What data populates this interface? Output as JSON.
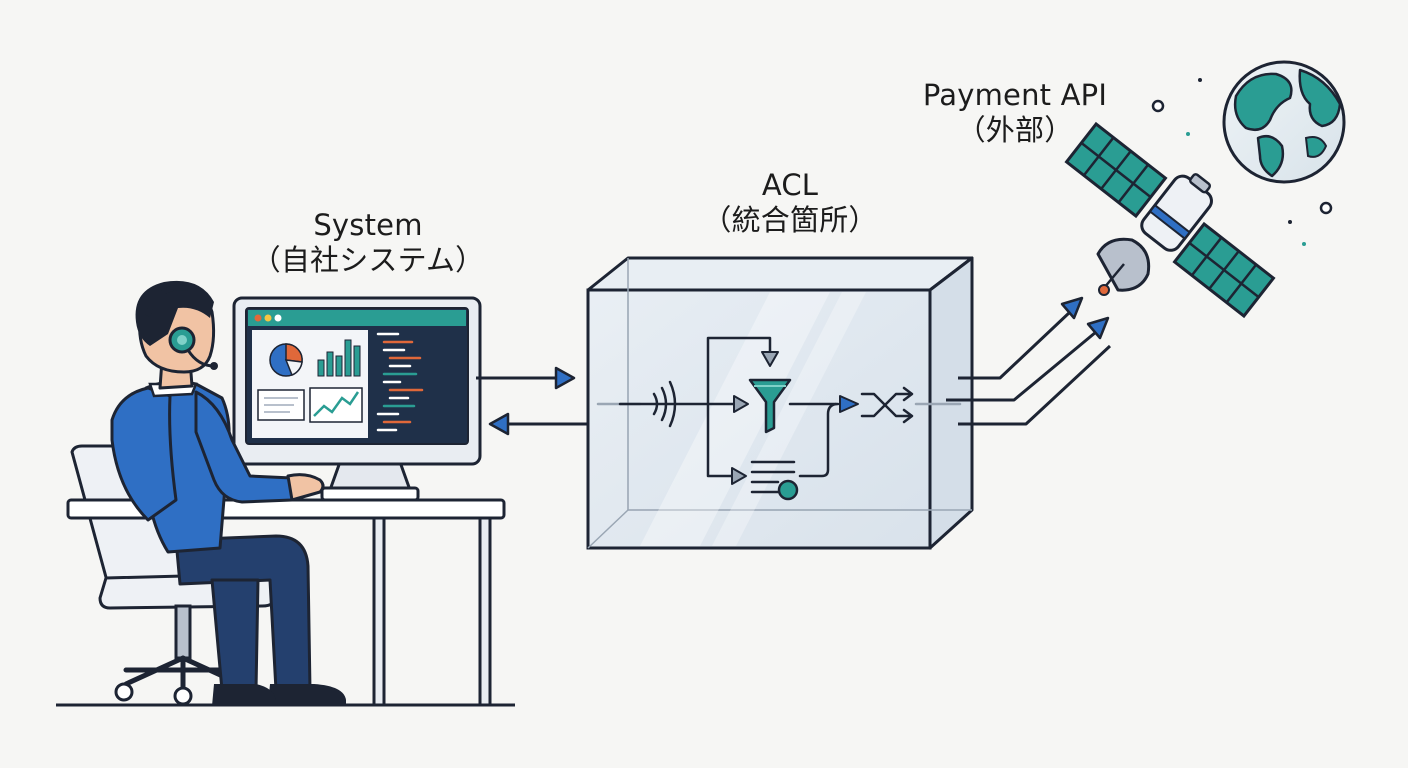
{
  "nodes": {
    "system": {
      "title": "System",
      "subtitle": "（自社システム）"
    },
    "acl": {
      "title": "ACL",
      "subtitle": "（統合箇所）"
    },
    "api": {
      "title": "Payment API",
      "subtitle": "（外部）"
    }
  },
  "colors": {
    "outline": "#1d2433",
    "shirt": "#2f6fc4",
    "pants": "#24406e",
    "teal": "#2a9d93",
    "glass": "#dde6ee",
    "screen": "#1f3049",
    "accent_orange": "#e0683a",
    "background": "#f6f6f4"
  },
  "icons": [
    "headset-icon",
    "pie-chart-icon",
    "bar-chart-icon",
    "line-chart-icon",
    "code-lines-icon",
    "signal-wave-icon",
    "funnel-filter-icon",
    "shuffle-icon",
    "list-output-icon",
    "satellite-icon",
    "globe-icon",
    "arrow-right-icon",
    "arrow-left-icon"
  ]
}
